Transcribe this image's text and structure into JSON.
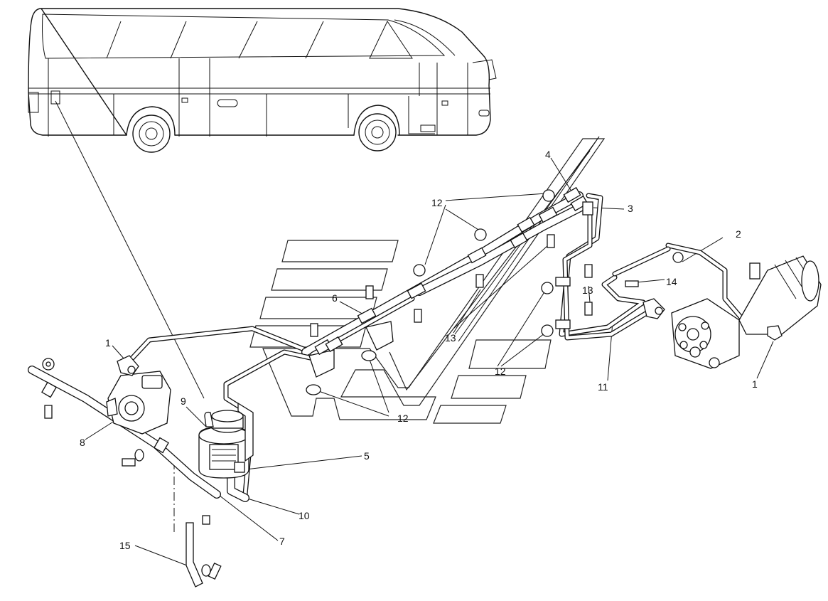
{
  "callouts": [
    {
      "id": "c1a",
      "text": "1"
    },
    {
      "id": "c1b",
      "text": "1"
    },
    {
      "id": "c2",
      "text": "2"
    },
    {
      "id": "c3",
      "text": "3"
    },
    {
      "id": "c4",
      "text": "4"
    },
    {
      "id": "c5",
      "text": "5"
    },
    {
      "id": "c6",
      "text": "6"
    },
    {
      "id": "c7",
      "text": "7"
    },
    {
      "id": "c8",
      "text": "8"
    },
    {
      "id": "c9",
      "text": "9"
    },
    {
      "id": "c10",
      "text": "10"
    },
    {
      "id": "c11",
      "text": "11"
    },
    {
      "id": "c12a",
      "text": "12"
    },
    {
      "id": "c12b",
      "text": "12"
    },
    {
      "id": "c12c",
      "text": "12"
    },
    {
      "id": "c13a",
      "text": "13"
    },
    {
      "id": "c13b",
      "text": "13"
    },
    {
      "id": "c14",
      "text": "14"
    },
    {
      "id": "c15",
      "text": "15"
    }
  ]
}
